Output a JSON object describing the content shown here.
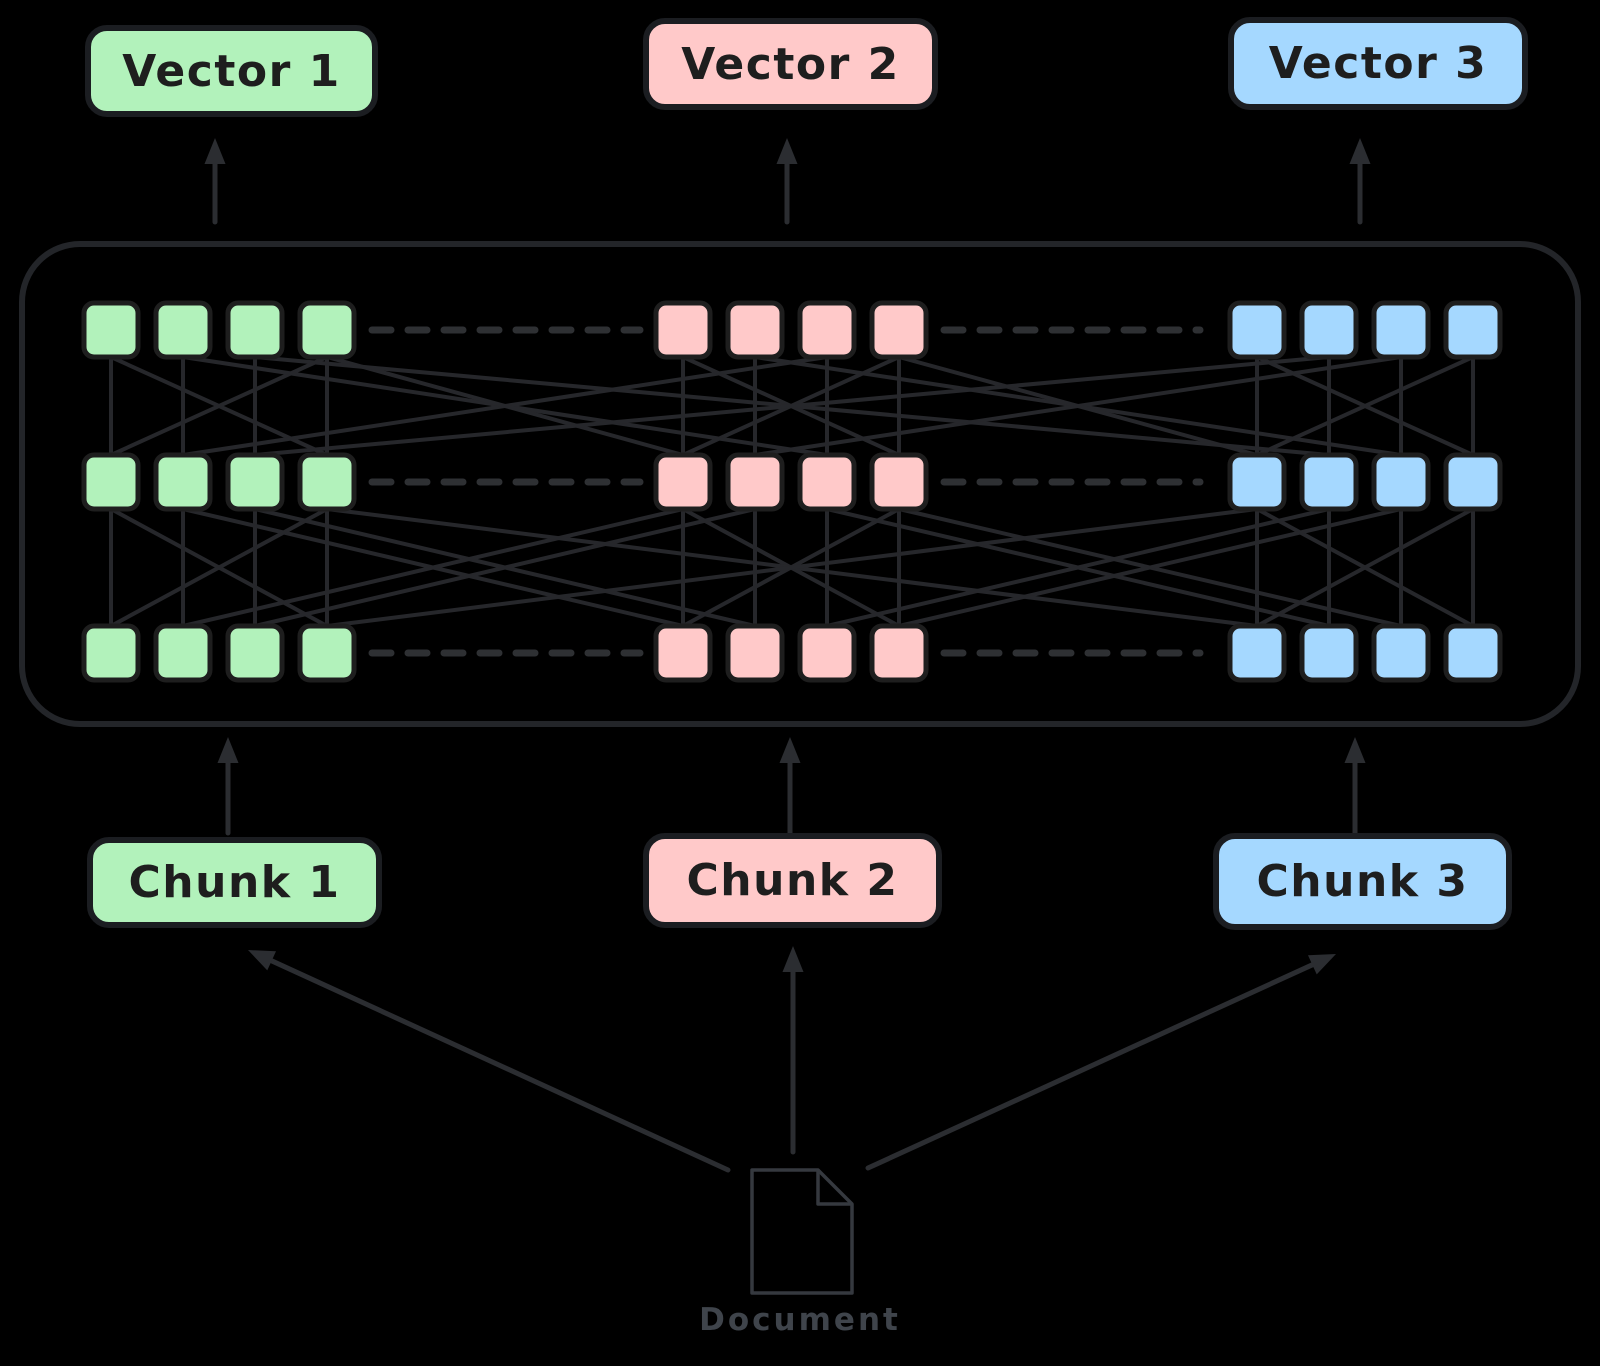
{
  "colors": {
    "background": "#000000",
    "ink": "#1e1e1e",
    "container_stroke": "#232529",
    "line_stroke": "#26272b",
    "dash_stroke": "#2e3033",
    "arrow_stroke": "#2b2d31",
    "doc_stroke": "#35393f",
    "green": "#b2f2bb",
    "pink": "#ffc9c9",
    "blue": "#a5d8ff"
  },
  "vectors": [
    {
      "label": "Vector 1",
      "color": "#b2f2bb"
    },
    {
      "label": "Vector 2",
      "color": "#ffc9c9"
    },
    {
      "label": "Vector 3",
      "color": "#a5d8ff"
    }
  ],
  "chunks": [
    {
      "label": "Chunk 1",
      "color": "#b2f2bb"
    },
    {
      "label": "Chunk 2",
      "color": "#ffc9c9"
    },
    {
      "label": "Chunk 3",
      "color": "#a5d8ff"
    }
  ],
  "document": {
    "label": "Document"
  },
  "network": {
    "rows": 3,
    "tokens_per_group": 4,
    "token_groups": [
      {
        "name": "chunk-1-tokens",
        "color": "#b2f2bb"
      },
      {
        "name": "chunk-2-tokens",
        "color": "#ffc9c9"
      },
      {
        "name": "chunk-3-tokens",
        "color": "#a5d8ff"
      }
    ],
    "edges_first": [
      [
        0,
        0
      ],
      [
        1,
        1
      ],
      [
        2,
        2
      ],
      [
        3,
        3
      ],
      [
        4,
        4
      ],
      [
        5,
        5
      ],
      [
        6,
        6
      ],
      [
        7,
        7
      ],
      [
        8,
        8
      ],
      [
        9,
        9
      ],
      [
        10,
        10
      ],
      [
        11,
        11
      ],
      [
        0,
        3
      ],
      [
        3,
        0
      ],
      [
        4,
        7
      ],
      [
        7,
        4
      ],
      [
        8,
        11
      ],
      [
        11,
        8
      ],
      [
        1,
        6
      ],
      [
        6,
        1
      ],
      [
        3,
        4
      ],
      [
        5,
        10
      ],
      [
        10,
        5
      ],
      [
        7,
        8
      ],
      [
        2,
        9
      ],
      [
        9,
        2
      ]
    ],
    "edges_second": [
      [
        0,
        0
      ],
      [
        1,
        1
      ],
      [
        2,
        2
      ],
      [
        3,
        3
      ],
      [
        4,
        4
      ],
      [
        5,
        5
      ],
      [
        6,
        6
      ],
      [
        7,
        7
      ],
      [
        8,
        8
      ],
      [
        9,
        9
      ],
      [
        10,
        10
      ],
      [
        11,
        11
      ],
      [
        0,
        3
      ],
      [
        3,
        0
      ],
      [
        4,
        7
      ],
      [
        7,
        4
      ],
      [
        8,
        11
      ],
      [
        11,
        8
      ],
      [
        2,
        5
      ],
      [
        5,
        2
      ],
      [
        1,
        4
      ],
      [
        4,
        1
      ],
      [
        6,
        9
      ],
      [
        9,
        6
      ],
      [
        7,
        10
      ],
      [
        10,
        7
      ],
      [
        3,
        8
      ],
      [
        8,
        3
      ]
    ]
  }
}
